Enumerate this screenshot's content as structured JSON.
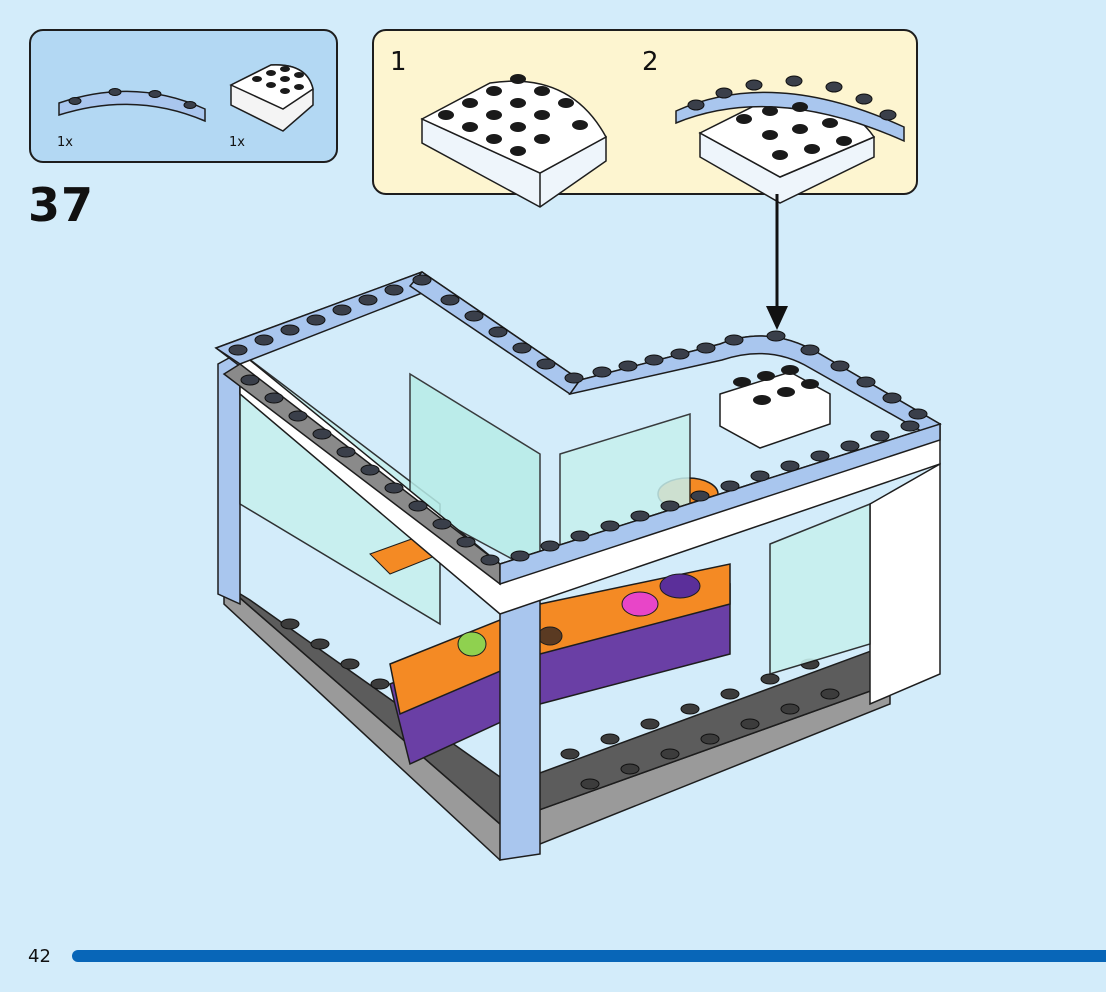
{
  "parts_list": {
    "items": [
      {
        "name": "curved-plate-light-blue",
        "qty": "1x"
      },
      {
        "name": "quarter-round-plate-white",
        "qty": "1x"
      }
    ]
  },
  "step": {
    "number": "37"
  },
  "sub_steps": [
    {
      "number": "1"
    },
    {
      "number": "2"
    }
  ],
  "page": {
    "number": "42"
  },
  "colors": {
    "background": "#d3ecfa",
    "parts_box": "#b3d8f3",
    "substep_box": "#fdf5d0",
    "page_bar": "#0866b8",
    "light_blue_brick": "#a9c6ee",
    "white_brick": "#ffffff",
    "dark_gray_base": "#5c5c5c",
    "transparent_glass": "#b7ece8",
    "orange_counter": "#f48a24",
    "purple_counter": "#6a3fa5"
  }
}
